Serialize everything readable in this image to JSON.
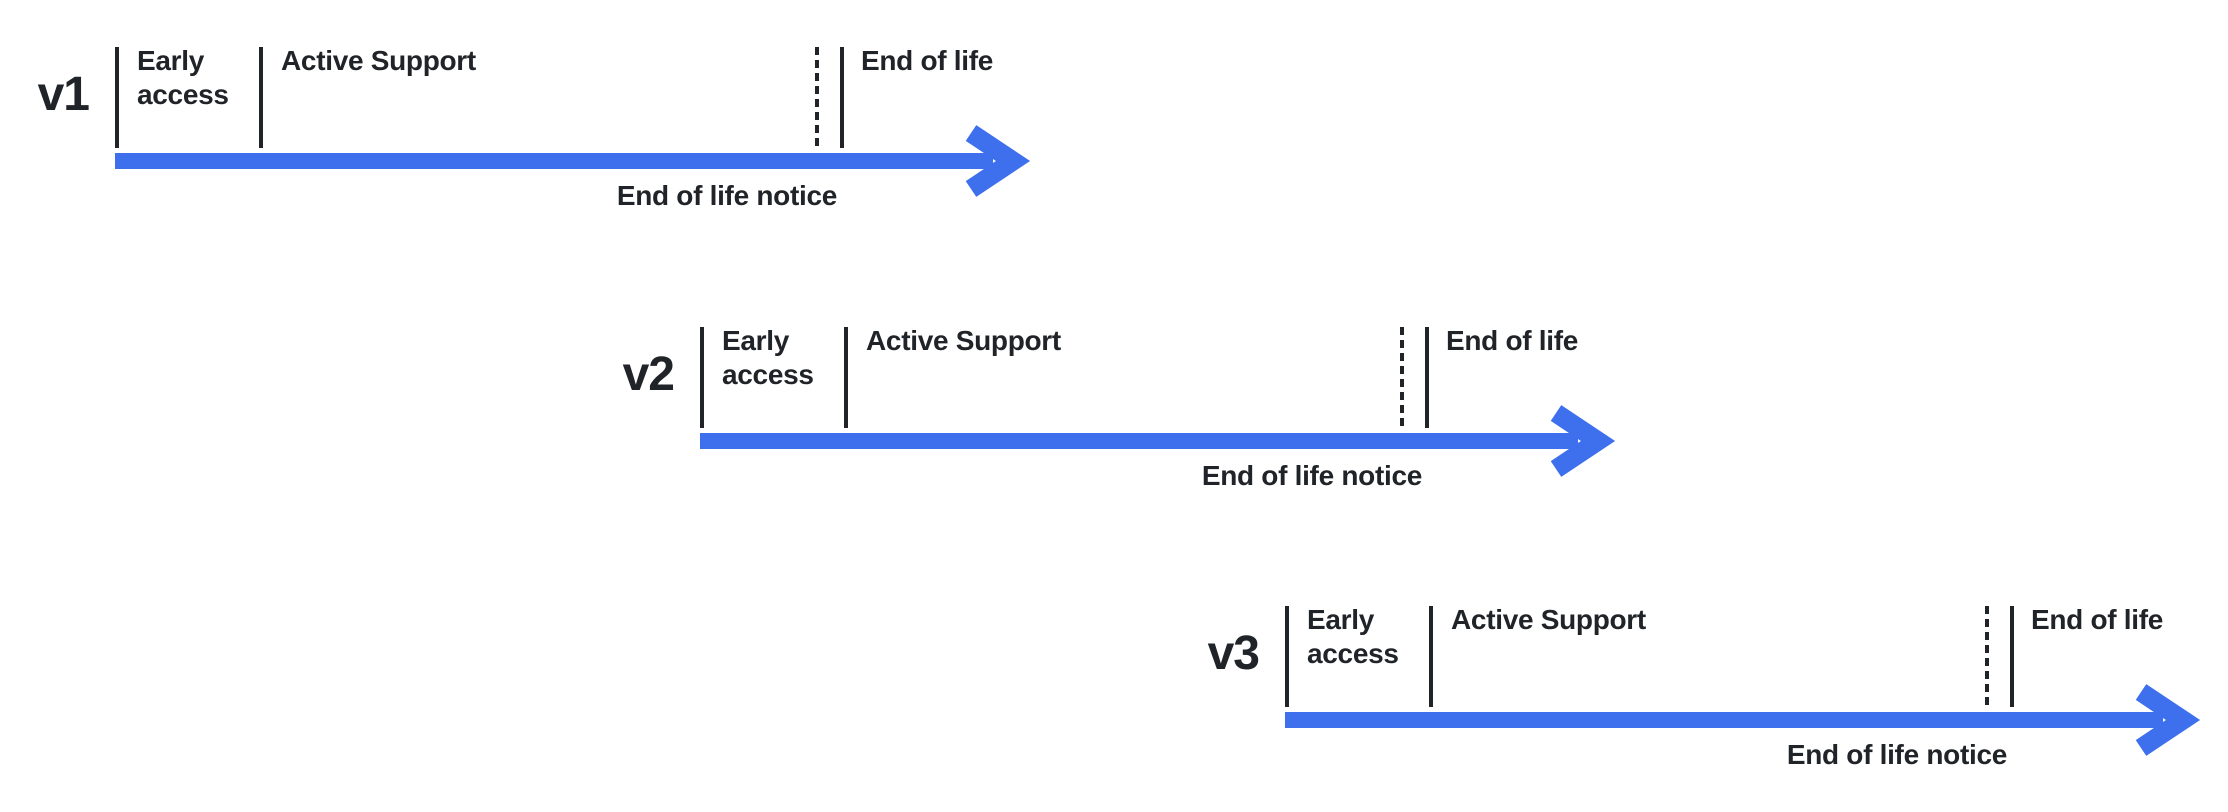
{
  "colors": {
    "arrow": "#3E70EE",
    "ink": "#202327"
  },
  "timelines": [
    {
      "version": "v1",
      "early_access": "Early access",
      "active_support": "Active Support",
      "end_of_life": "End of life",
      "end_of_life_notice": "End of life notice"
    },
    {
      "version": "v2",
      "early_access": "Early access",
      "active_support": "Active Support",
      "end_of_life": "End of life",
      "end_of_life_notice": "End of life notice"
    },
    {
      "version": "v3",
      "early_access": "Early access",
      "active_support": "Active Support",
      "end_of_life": "End of life",
      "end_of_life_notice": "End of life notice"
    }
  ]
}
